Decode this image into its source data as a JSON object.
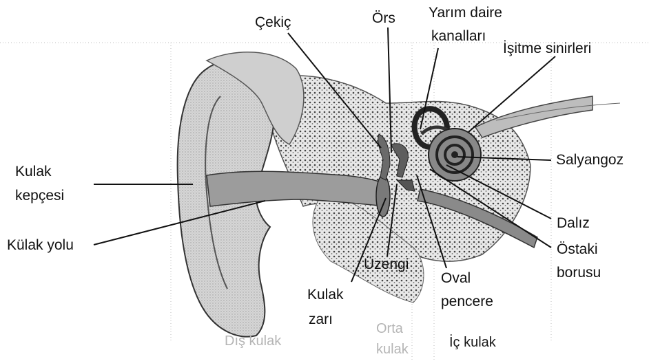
{
  "labels": {
    "cekic": "Çekiç",
    "ors": "Örs",
    "yarim_daire_1": "Yarım daire",
    "yarim_daire_2": "kanalları",
    "isitme_sinirleri": "İşitme sinirleri",
    "salyangoz": "Salyangoz",
    "kulak_kepcesi_1": "Kulak",
    "kulak_kepcesi_2": "kepçesi",
    "kulak_yolu": "Külak yolu",
    "dalız": "Dalız",
    "ostaki_1": "Östaki",
    "ostaki_2": "borusu",
    "uzengi": "Üzengi",
    "kulak_zari_1": "Kulak",
    "kulak_zari_2": "zarı",
    "oval_1": "Oval",
    "oval_2": "pencere"
  },
  "regions": {
    "dis_kulak": "Dış kulak",
    "orta_1": "Orta",
    "orta_2": "kulak",
    "ic_kulak": "İç kulak"
  }
}
